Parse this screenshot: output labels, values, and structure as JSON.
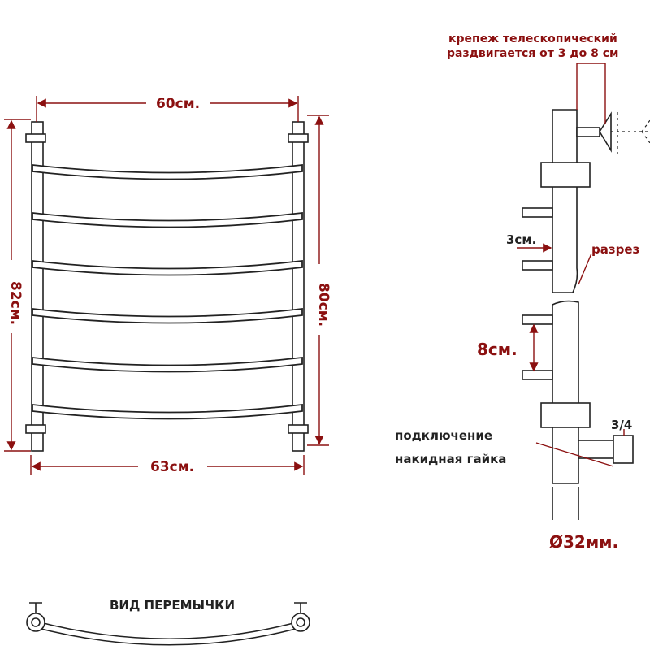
{
  "front_view": {
    "width_top": "60см.",
    "width_bottom": "63см.",
    "height_left": "82см.",
    "height_right": "80см."
  },
  "side_view": {
    "mount_line1": "крепеж телескопический",
    "mount_line2": "раздвигается от 3 до 8 см",
    "gap_label": "3см.",
    "cut_label": "разрез",
    "rung_spacing": "8см.",
    "connection_line1": "подключение",
    "connection_line2": "накидная гайка",
    "thread": "3/4",
    "diameter": "Ø32мм."
  },
  "jumper_view": {
    "title": "ВИД ПЕРЕМЫЧКИ"
  },
  "colors": {
    "dimension": "#8b1010",
    "outline": "#222222"
  }
}
